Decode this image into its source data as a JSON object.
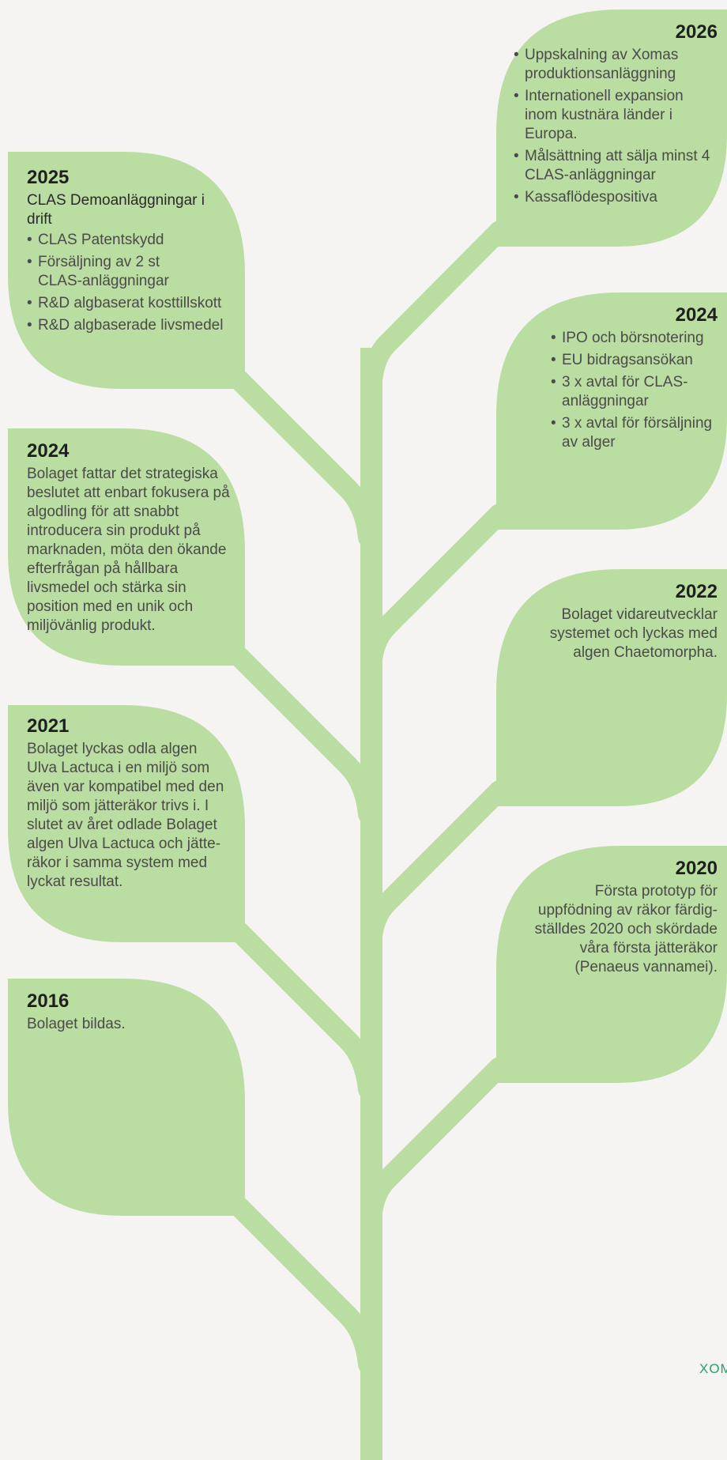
{
  "colors": {
    "background": "#f5f4f2",
    "leaf": "#badd a2",
    "year": "#1f1f1f",
    "text": "#4a4a4a",
    "brand": "#22a36a"
  },
  "milestones": [
    {
      "year": "2026",
      "side": "right",
      "bullets": [
        "Uppskalning av Xomas produktionsanläggning",
        "Internationell expansion inom kustnära länder i Europa.",
        "Målsättning att sälja minst 4 CLAS-anläggningar",
        "Kassaflödespositiva"
      ]
    },
    {
      "year": "2025",
      "side": "left",
      "subtitle": "CLAS Demoanläggningar i drift",
      "bullets": [
        "CLAS Patentskydd",
        "Försäljning av 2 st CLAS-anläggningar",
        "R&D algbaserat kosttillskott",
        "R&D algbaserade livsmedel"
      ]
    },
    {
      "year": "2024",
      "side": "right",
      "bullets": [
        "IPO och börsnotering",
        "EU bidragsansökan",
        "3 x avtal för CLAS-anläggningar",
        "3 x avtal för försäljning av alger"
      ]
    },
    {
      "year": "2024",
      "side": "left",
      "text": "Bolaget fattar det strategiska beslutet att enbart fokusera på algodling för att snabbt introducera sin produkt på marknaden, möta den ökande efterfrågan på hållbara livsmedel och stärka sin position med en unik och miljövänlig produkt."
    },
    {
      "year": "2022",
      "side": "right",
      "text": "Bolaget vidareutvecklar systemet och lyckas med algen Chaetomorpha."
    },
    {
      "year": "2021",
      "side": "left",
      "text": "Bolaget lyckas odla algen Ulva Lactuca i en miljö som även var kompatibel med den miljö som jätteräkor trivs i. I slutet av året odlade Bolaget algen Ulva Lactuca och jätte-räkor i samma system med lyckat resultat."
    },
    {
      "year": "2020",
      "side": "right",
      "text": "Första prototyp för uppfödning av räkor färdig-ställdes 2020 och skördade våra första jätteräkor (Penaeus vannamei)."
    },
    {
      "year": "2016",
      "side": "left",
      "text": "Bolaget bildas."
    }
  ],
  "watermark": "XOMA"
}
